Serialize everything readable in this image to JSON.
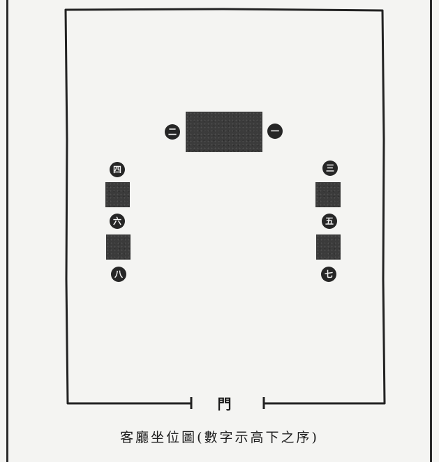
{
  "diagram": {
    "door_label": "門",
    "caption": "客廳坐位圖(數字示高下之序)",
    "seat_labels": {
      "one": "一",
      "two": "二",
      "three": "三",
      "four": "四",
      "five": "五",
      "six": "六",
      "seven": "七",
      "eight": "八"
    }
  }
}
